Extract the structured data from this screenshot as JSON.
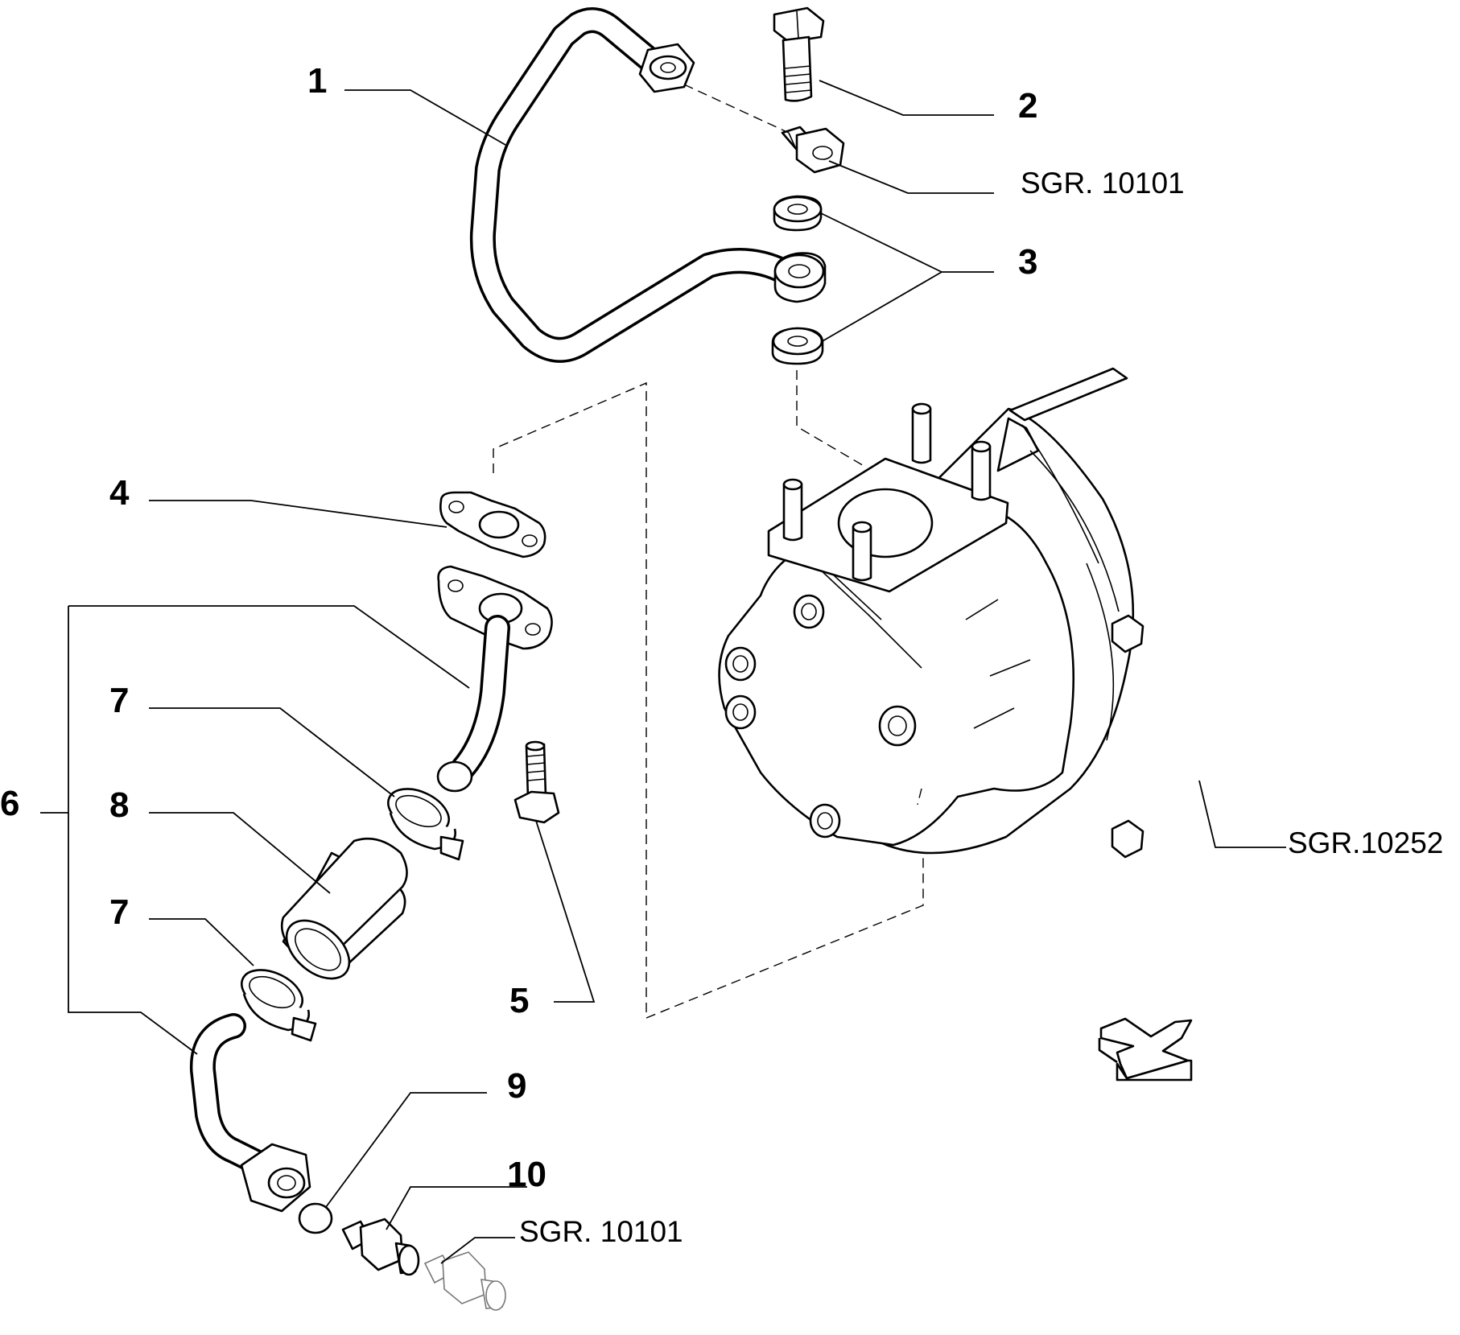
{
  "callouts": {
    "c1": "1",
    "c2": "2",
    "c3": "3",
    "c4": "4",
    "c5": "5",
    "c6": "6",
    "c7a": "7",
    "c7b": "7",
    "c8": "8",
    "c9": "9",
    "c10": "10"
  },
  "references": {
    "sgr_top": "SGR. 10101",
    "sgr_turbo": "SGR.10252",
    "sgr_bottom": "SGR. 10101"
  },
  "icons": {
    "direction_arrow": "arrow-down-right-icon"
  }
}
